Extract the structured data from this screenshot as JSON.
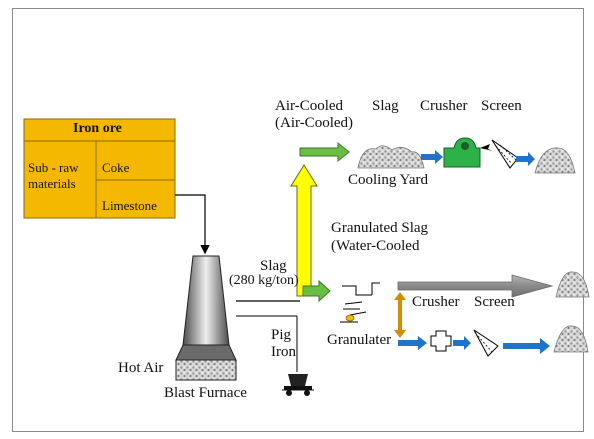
{
  "raw_materials": {
    "iron_ore": "Iron ore",
    "sub_raw": "Sub - raw",
    "materials": "materials",
    "coke": "Coke",
    "limestone": "Limestone",
    "box_color": "#F5B800",
    "border_color": "#8B6A00"
  },
  "labels": {
    "air_cooled": "Air-Cooled",
    "air_cooled_paren": "(Air-Cooled)",
    "slag_top": "Slag",
    "crusher_top": "Crusher",
    "screen_top": "Screen",
    "cooling_yard": "Cooling Yard",
    "granulated_slag": "Granulated Slag",
    "water_cooled": "(Water-Cooled",
    "slag": "Slag",
    "slag_rate": "(280 kg/ton)",
    "pig": "Pig",
    "iron": "Iron",
    "crusher_bottom": "Crusher",
    "screen_bottom": "Screen",
    "granulater": "Granulater",
    "hot_air": "Hot Air",
    "blast_furnace": "Blast Furnace"
  },
  "colors": {
    "green_arrow": "#6BBE45",
    "yellow_arrow": "#FFFF00",
    "blue_arrow": "#1F74C9",
    "grey_arrow": "#8C8C8C",
    "orange_arrow": "#D48C00",
    "crusher_green": "#2DB24A"
  },
  "icons": [
    "slag-pile-icon",
    "crusher-icon",
    "screen-icon",
    "product-pile-icon",
    "blast-furnace-icon",
    "granulator-icon",
    "ladle-car-icon"
  ]
}
